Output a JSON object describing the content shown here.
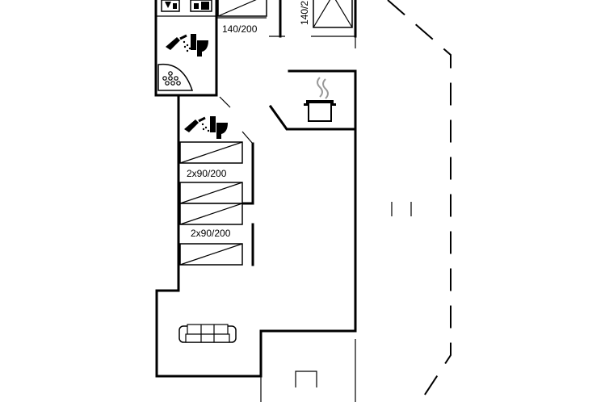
{
  "floorplan": {
    "beds": {
      "double_top": "140/200",
      "double_vertical": "140/2",
      "twin_1": "2x90/200",
      "twin_2": "2x90/200"
    },
    "icons": {
      "bath1_shower": "shower-icon",
      "bath1_toilet": "toilet-icon",
      "bath2_shower": "shower-icon",
      "bath2_toilet": "toilet-icon",
      "sauna": "sauna-stove-icon",
      "washer": "washing-machine-icon",
      "kitchen": "cooking-pot-icon",
      "living": "sofa-icon"
    },
    "colors": {
      "line": "#000000",
      "background": "#ffffff"
    }
  }
}
